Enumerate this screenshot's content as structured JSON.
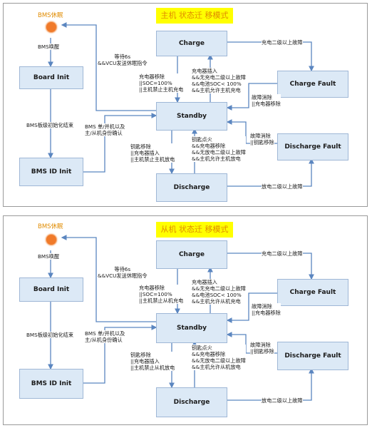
{
  "sleep_label": "BMS休眠",
  "wake_label": "BMS唤醒",
  "colors": {
    "state_fill": "#dce9f6",
    "line": "#5b86c0",
    "title_bg": "#ffff00",
    "title_text": "#e08b00",
    "sleep_dot": "#f07a2a"
  },
  "states": {
    "charge": "Charge",
    "board_init": "Board Init",
    "charge_fault": "Charge Fault",
    "standby": "Standby",
    "bms_id_init": "BMS ID Init",
    "discharge_fault": "Discharge Fault",
    "discharge": "Discharge"
  },
  "top": {
    "title": "主机 状态迁 移模式",
    "lbl_wait": "等待6s\n&&VCU发送休眠指令",
    "lbl_chg_unplug": "充电器移除\n||SOC=100%\n||主机禁止主机充电",
    "lbl_chg_plug": "充电器插入\n&&无充电二级以上故障\n&&电池SOC< 100%\n&&主机允许主机充电",
    "lbl_chg_fault": "充电二级以上故障",
    "lbl_chg_fault_clear": "故障消除\n||充电器移除",
    "lbl_init_done": "BMS板级初始化结束",
    "lbl_id": "BMS 单/并机以及\n主/从机身份确认",
    "lbl_key_on": "钥匙点火\n&&充电器移除\n&&无放电二级以上故障\n&&主机允许主机放电",
    "lbl_key_off": "钥匙移除\n||充电器插入\n||主机禁止主机放电",
    "lbl_dis_fault_clear": "故障消除\n||钥匙移除",
    "lbl_dis_fault": "放电二级以上故障"
  },
  "bottom": {
    "title": "从机 状态迁 移模式",
    "lbl_wait": "等待6s\n&&VCU发送休眠指令",
    "lbl_chg_unplug": "充电器移除\n||SOC=100%\n||主机禁止从机充电",
    "lbl_chg_plug": "充电器插入\n&&无充电二级以上故障\n&&电池SOC< 100%\n&&主机允许从机充电",
    "lbl_chg_fault": "充电二级以上故障",
    "lbl_chg_fault_clear": "故障消除\n||充电器移除",
    "lbl_init_done": "BMS板级初始化结束",
    "lbl_id": "BMS 单/并机以及\n主/从机身份确认",
    "lbl_key_on": "钥匙点火\n&&充电器移除\n&&无放电二级以上故障\n&&主机允许从机放电",
    "lbl_key_off": "钥匙移除\n||充电器插入\n||主机禁止从机放电",
    "lbl_dis_fault_clear": "故障消除\n||钥匙移除",
    "lbl_dis_fault": "放电二级以上故障"
  }
}
